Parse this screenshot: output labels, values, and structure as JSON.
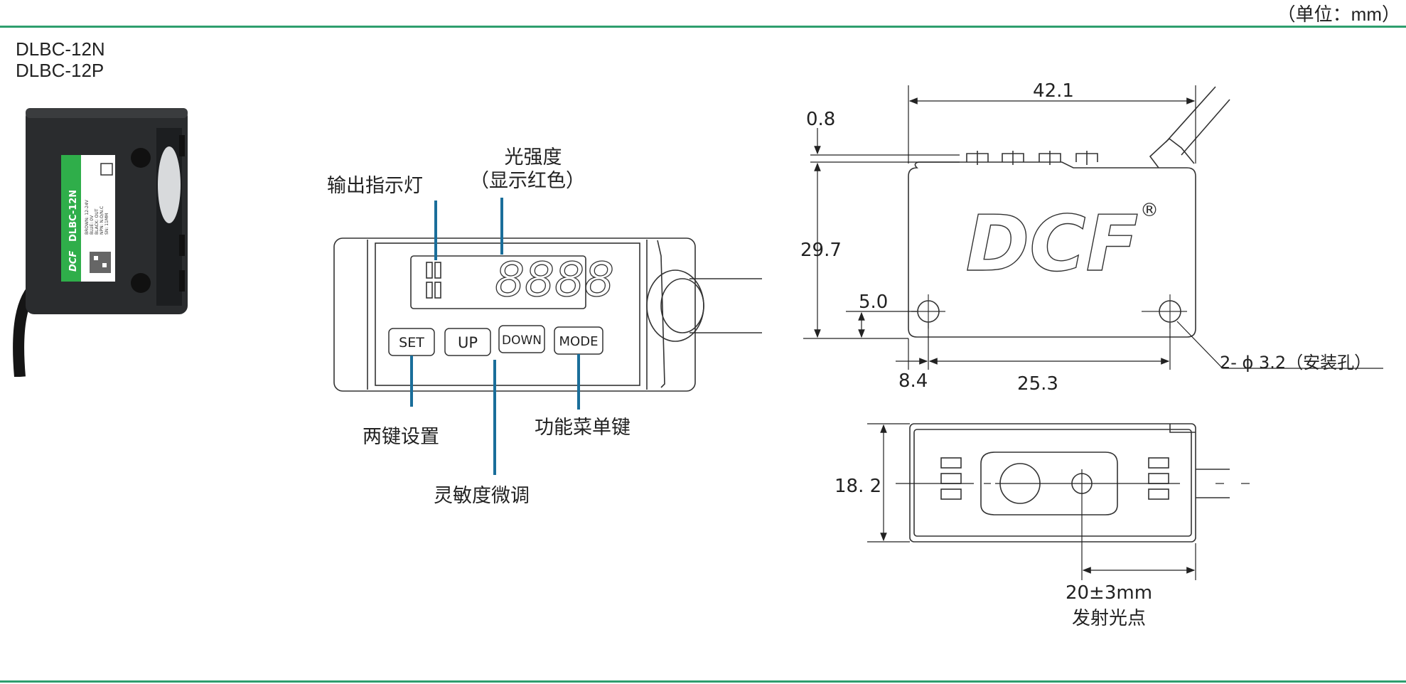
{
  "header": {
    "unit_label": "（单位：mm）"
  },
  "product": {
    "models": [
      "DLBC-12N",
      "DLBC-12P"
    ],
    "photo": {
      "brand": "DCF",
      "model_print": "DLBC-12N",
      "label_lines": [
        "BROWN: 12-24V",
        "BLUE: 0V",
        "BLACK: OUT",
        "NPN: N.O/N.C",
        "SN: 11MM"
      ]
    }
  },
  "panel": {
    "display_digits": "8888",
    "buttons": [
      "SET",
      "UP",
      "DOWN",
      "MODE"
    ],
    "callouts": {
      "output_indicator": "输出指示灯",
      "light_intensity_1": "光强度",
      "light_intensity_2": "（显示红色）",
      "two_key": "两键设置",
      "sensitivity": "灵敏度微调",
      "function_menu": "功能菜单键"
    }
  },
  "drawing": {
    "brand": "DCF",
    "registered": "®",
    "dims": {
      "width": "42.1",
      "top_gap": "0.8",
      "height": "29.7",
      "hole_vertical": "5.0",
      "hole_left": "8.4",
      "hole_spacing": "25.3",
      "holes": "2- ϕ 3.2（安装孔）",
      "bottom_height": "18. 2",
      "spot_distance": "20±3mm",
      "spot_label": "发射光点"
    }
  },
  "colors": {
    "accent_line": "#2e9e6e",
    "callout_blue": "#1a6e9a",
    "label_green": "#2fae4a"
  }
}
